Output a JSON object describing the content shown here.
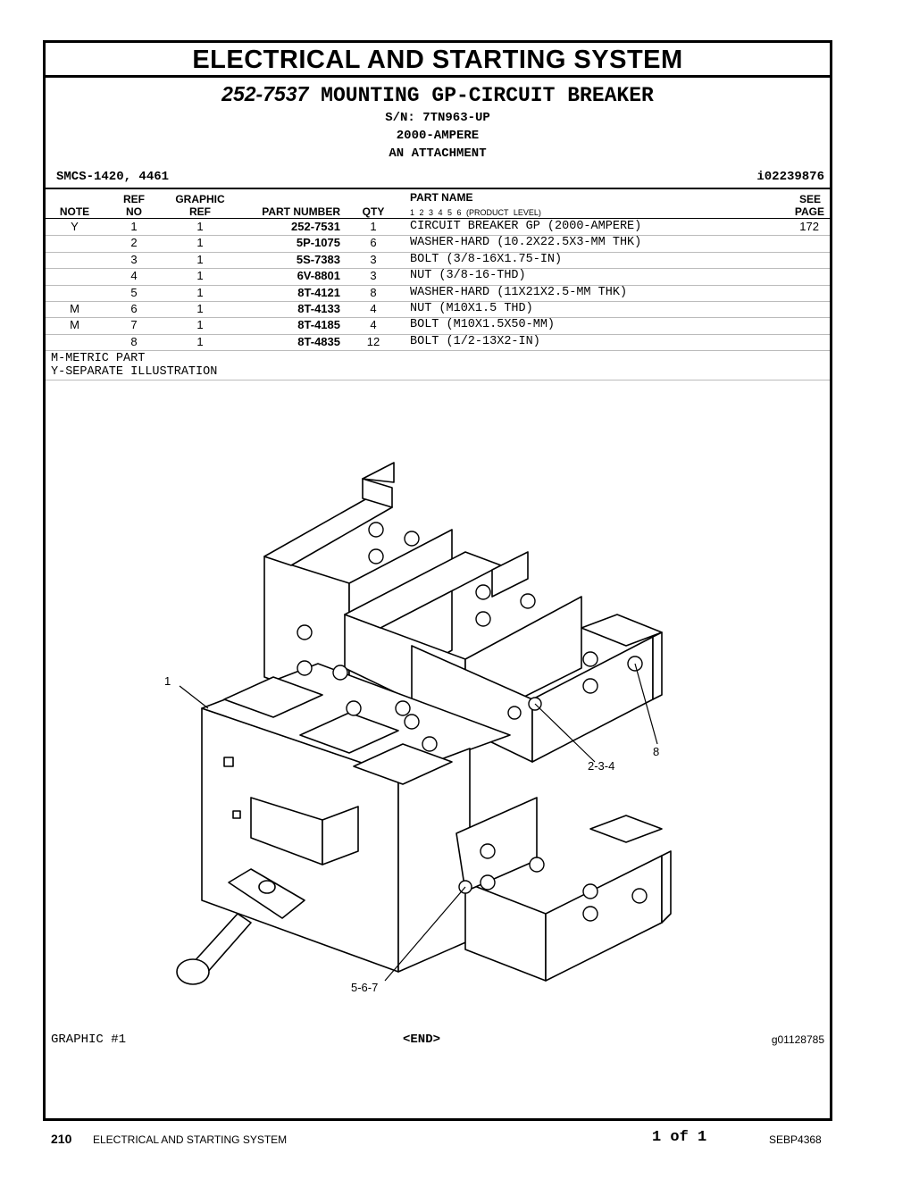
{
  "header": {
    "title": "ELECTRICAL AND STARTING SYSTEM",
    "part_number": "252-7537",
    "part_title": "MOUNTING GP-CIRCUIT BREAKER",
    "lines": [
      "S/N: 7TN963-UP",
      "2000-AMPERE",
      "AN ATTACHMENT"
    ],
    "smcs": "SMCS-1420, 4461",
    "ident": "i02239876"
  },
  "columns": {
    "note": "NOTE",
    "ref_top": "REF",
    "ref_bottom": "NO",
    "graphic_top": "GRAPHIC",
    "graphic_bottom": "REF",
    "part_number": "PART NUMBER",
    "qty": "QTY",
    "part_name": "PART NAME",
    "levels": "1   2   3   4   5   6   (PRODUCT LEVEL)",
    "see_top": "SEE",
    "see_bottom": "PAGE"
  },
  "rows": [
    {
      "note": "Y",
      "ref": "1",
      "graphic": "1",
      "part": "252-7531",
      "qty": "1",
      "name": "CIRCUIT BREAKER GP (2000-AMPERE)",
      "page": "172"
    },
    {
      "note": "",
      "ref": "2",
      "graphic": "1",
      "part": "5P-1075",
      "qty": "6",
      "name": "WASHER-HARD (10.2X22.5X3-MM THK)",
      "page": ""
    },
    {
      "note": "",
      "ref": "3",
      "graphic": "1",
      "part": "5S-7383",
      "qty": "3",
      "name": "BOLT (3/8-16X1.75-IN)",
      "page": ""
    },
    {
      "note": "",
      "ref": "4",
      "graphic": "1",
      "part": "6V-8801",
      "qty": "3",
      "name": "NUT (3/8-16-THD)",
      "page": ""
    },
    {
      "note": "",
      "ref": "5",
      "graphic": "1",
      "part": "8T-4121",
      "qty": "8",
      "name": "WASHER-HARD (11X21X2.5-MM THK)",
      "page": ""
    },
    {
      "note": "M",
      "ref": "6",
      "graphic": "1",
      "part": "8T-4133",
      "qty": "4",
      "name": "NUT (M10X1.5 THD)",
      "page": ""
    },
    {
      "note": "M",
      "ref": "7",
      "graphic": "1",
      "part": "8T-4185",
      "qty": "4",
      "name": "BOLT (M10X1.5X50-MM)",
      "page": ""
    },
    {
      "note": "",
      "ref": "8",
      "graphic": "1",
      "part": "8T-4835",
      "qty": "12",
      "name": "BOLT (1/2-13X2-IN)",
      "page": ""
    }
  ],
  "legend": [
    "M-METRIC PART",
    "Y-SEPARATE ILLUSTRATION"
  ],
  "illustration": {
    "callouts": [
      "1",
      "2-3-4",
      "8",
      "5-6-7"
    ]
  },
  "graphic_footer": {
    "label": "GRAPHIC #1",
    "end": "<END>",
    "graphic_id": "g01128785"
  },
  "page_footer": {
    "page_number": "210",
    "section": "ELECTRICAL AND STARTING SYSTEM",
    "page_count": "1 of 1",
    "doc_id": "SEBP4368"
  }
}
